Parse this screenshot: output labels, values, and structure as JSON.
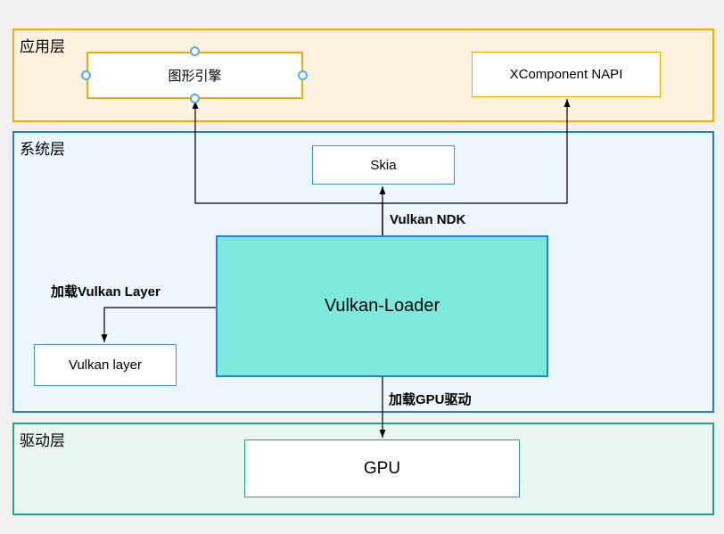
{
  "diagram": {
    "layers": [
      {
        "label": "应用层",
        "fill": "#fdf1e0",
        "border": "#f5ac00"
      },
      {
        "label": "系统层",
        "fill": "#edf6fd",
        "border": "#1f7fd4"
      },
      {
        "label": "驱动层",
        "fill": "#e9f5f1",
        "border": "#21a38f"
      }
    ],
    "nodes": [
      {
        "label": "图形引擎",
        "selected": true,
        "border": "#f5ac00"
      },
      {
        "label": "XComponent NAPI",
        "border": "#f5ac00"
      },
      {
        "label": "Skia",
        "border": "#3a93db"
      },
      {
        "label": "Vulkan-Loader",
        "fill": "#7de9de",
        "border": "#2e7ee0"
      },
      {
        "label": "Vulkan layer",
        "border": "#3a93db"
      },
      {
        "label": "GPU",
        "border": "#21a38f"
      }
    ],
    "edge_labels": [
      {
        "label": "Vulkan NDK"
      },
      {
        "label": "加载Vulkan Layer"
      },
      {
        "label": "加载GPU驱动"
      }
    ],
    "colors": {
      "page_background": "#f1f1f2",
      "arrow": "#000000",
      "selection_handle": "#54ace8"
    }
  }
}
